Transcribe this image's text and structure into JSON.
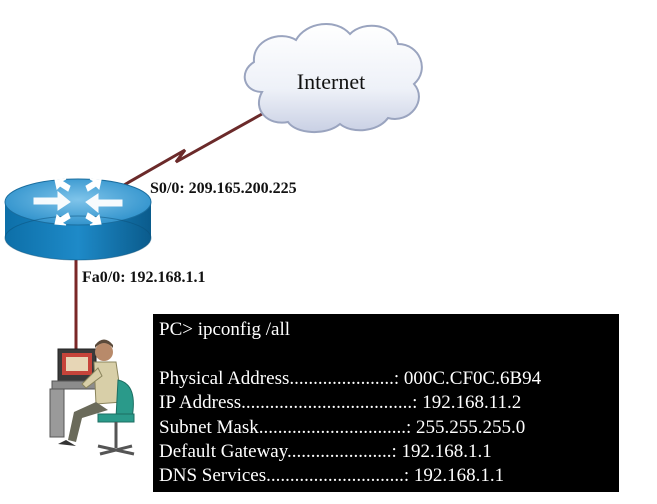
{
  "cloud": {
    "label": "Internet"
  },
  "router": {
    "serial_label": "S0/0: 209.165.200.225",
    "fastethernet_label": "Fa0/0: 192.168.1.1"
  },
  "terminal": {
    "prompt": "PC> ipconfig /all",
    "rows": [
      {
        "label": "Physical Address......................",
        "value": ": 000C.CF0C.6B94"
      },
      {
        "label": "IP Address....................................",
        "value": ": 192.168.11.2"
      },
      {
        "label": "Subnet Mask...............................",
        "value": ": 255.255.255.0"
      },
      {
        "label": "Default Gateway......................",
        "value": ": 192.168.1.1"
      },
      {
        "label": "DNS Services.............................",
        "value": ": 192.168.1.1"
      }
    ]
  }
}
